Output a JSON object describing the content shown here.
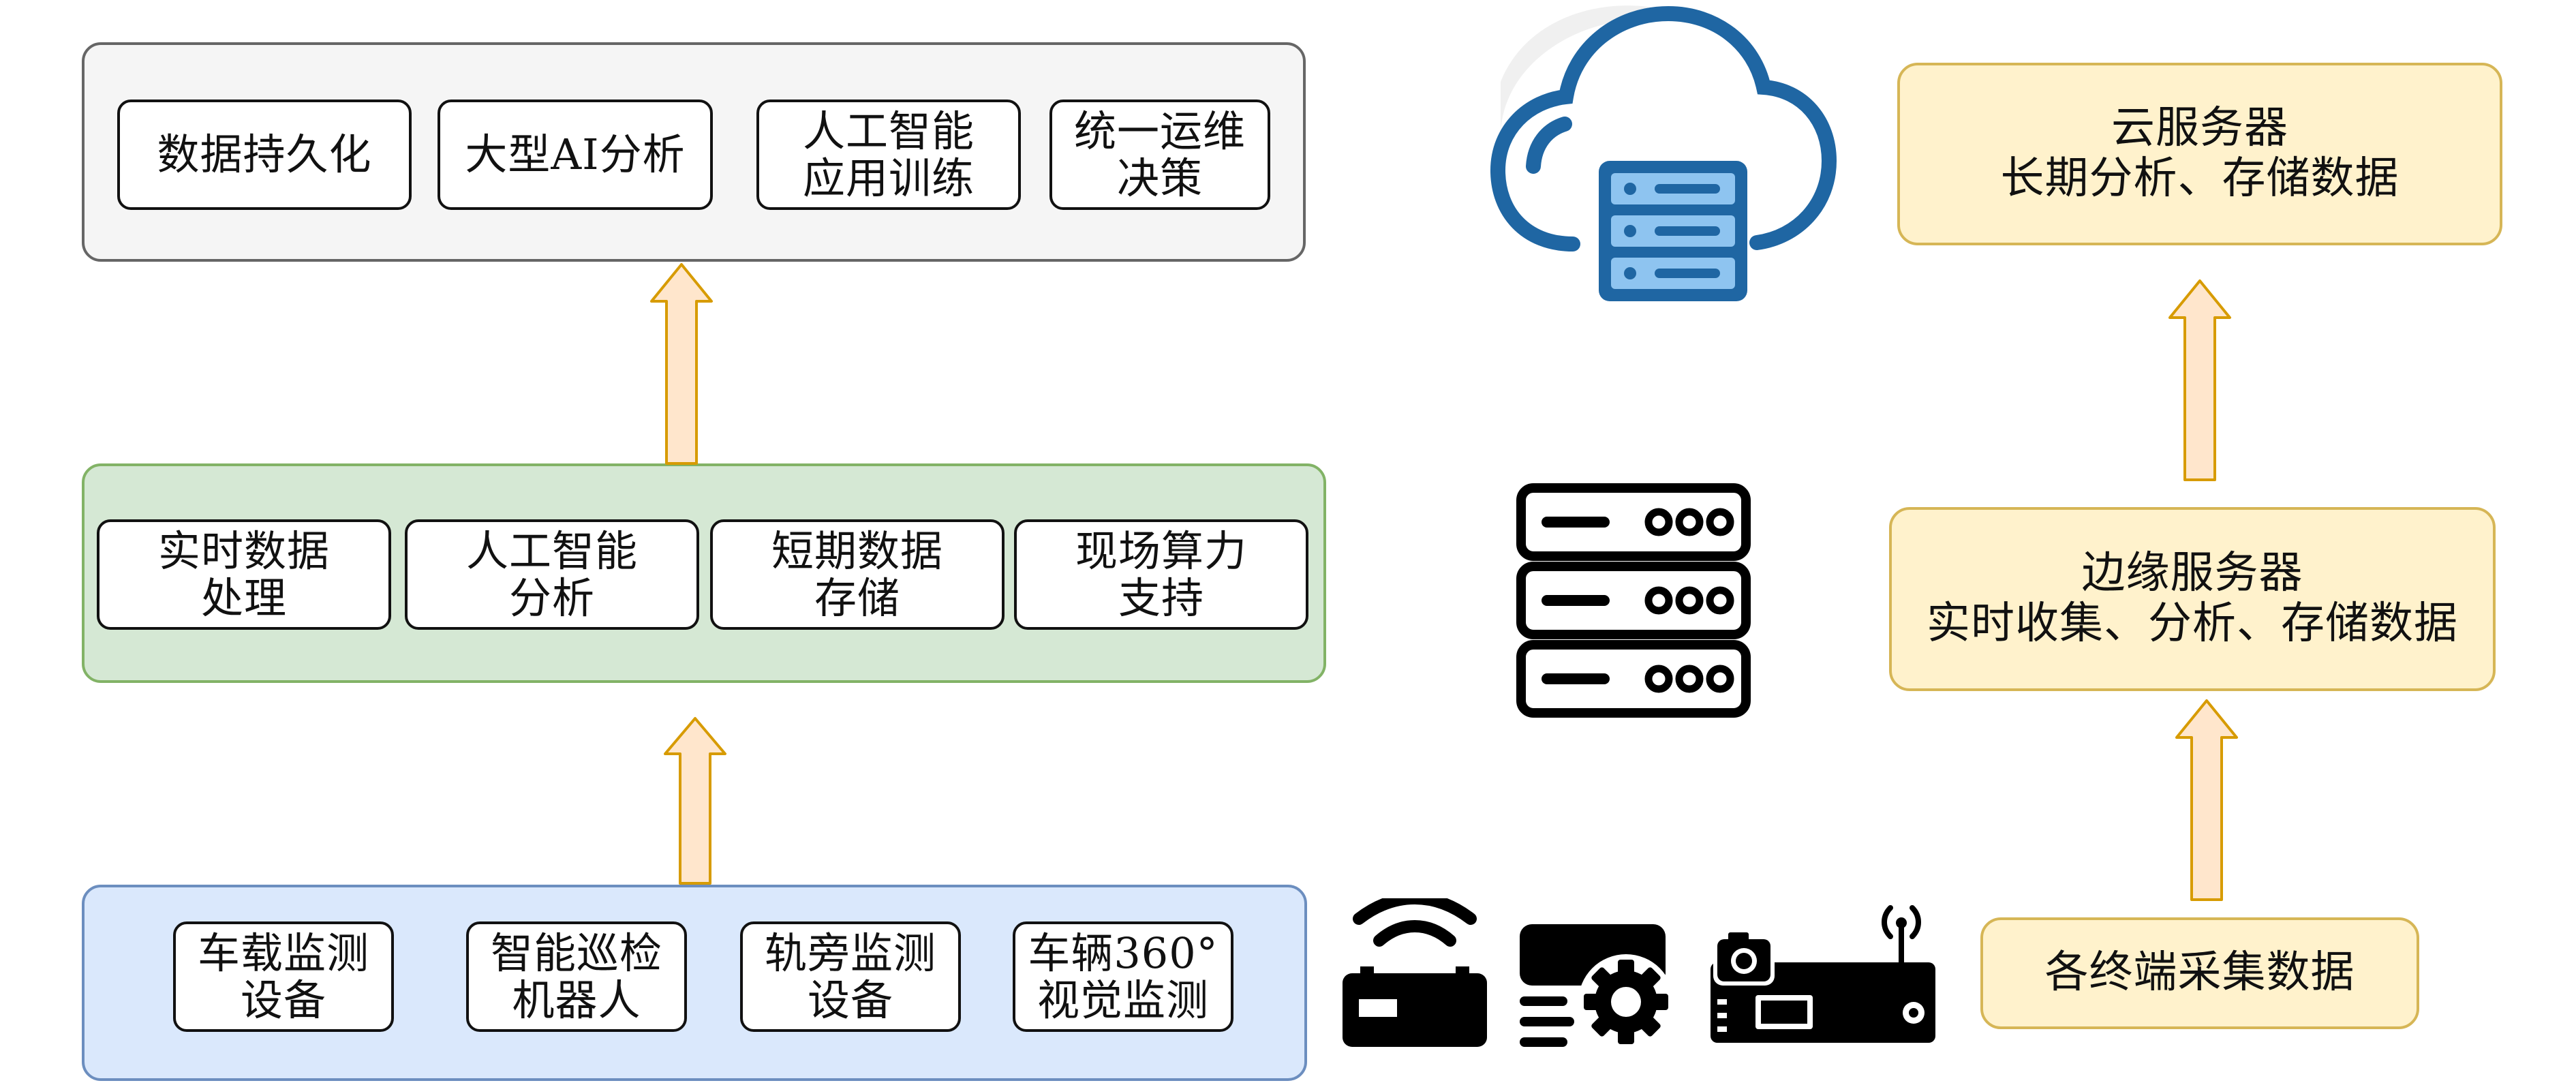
{
  "cloud_layer": {
    "items": [
      {
        "label": "数据持久化"
      },
      {
        "label": "大型AI分析"
      },
      {
        "label": "人工智能\n应用训练"
      },
      {
        "label": "统一运维\n决策"
      }
    ]
  },
  "edge_layer": {
    "items": [
      {
        "label": "实时数据\n处理"
      },
      {
        "label": "人工智能\n分析"
      },
      {
        "label": "短期数据\n存储"
      },
      {
        "label": "现场算力\n支持"
      }
    ]
  },
  "terminal_layer": {
    "items": [
      {
        "label": "车载监测\n设备"
      },
      {
        "label": "智能巡检\n机器人"
      },
      {
        "label": "轨旁监测\n设备"
      },
      {
        "label": "车辆360°\n视觉监测"
      }
    ]
  },
  "right_column": {
    "cloud_server": "云服务器\n长期分析、存储数据",
    "edge_server": "边缘服务器\n实时收集、分析、存储数据",
    "terminals": "各终端采集数据"
  },
  "icons": {
    "cloud": "cloud-server-icon",
    "edge": "server-rack-icon",
    "terminal": [
      "router-icon",
      "settings-gear-icon",
      "camera-recorder-icon"
    ]
  },
  "colors": {
    "cloud_layer_fill": "#f5f5f5",
    "edge_layer_fill": "#d5e8d4",
    "terminal_layer_fill": "#dae8fc",
    "arrow_fill": "#ffe6cc",
    "arrow_stroke": "#d79b00",
    "server_box_fill": "#fff2cc",
    "cloud_icon_blue": "#1f66a3"
  }
}
